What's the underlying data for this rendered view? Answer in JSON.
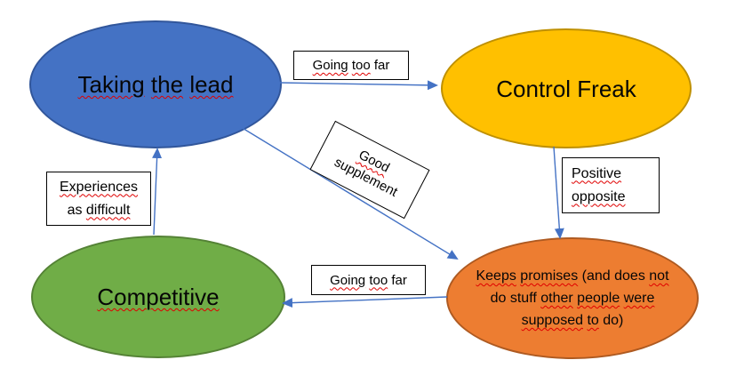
{
  "diagram": {
    "colors": {
      "background": "#FFFFFF",
      "node_blue_fill": "#4472C4",
      "node_blue_stroke": "#31569B",
      "node_gold_fill": "#FFC000",
      "node_gold_stroke": "#BF9000",
      "node_green_fill": "#70AD47",
      "node_green_stroke": "#548235",
      "node_orange_fill": "#ED7D31",
      "node_orange_stroke": "#AE5A21",
      "arrow": "#4472C4",
      "squiggle": "#E00000",
      "label_box_border": "#000000"
    },
    "nodes": {
      "taking_lead": {
        "label": "Taking the lead",
        "segments": [
          {
            "t": "Taking",
            "u": true
          },
          {
            "t": " ",
            "u": false
          },
          {
            "t": "the",
            "u": true
          },
          {
            "t": " ",
            "u": false
          },
          {
            "t": "lead",
            "u": true
          }
        ]
      },
      "control_freak": {
        "label": "Control Freak",
        "segments": [
          {
            "t": "Control Freak",
            "u": false
          }
        ]
      },
      "competitive": {
        "label": "Competitive",
        "segments": [
          {
            "t": "Competitive",
            "u": true
          }
        ]
      },
      "keeps_promises": {
        "label": "Keeps promises (and does not do stuff other people were supposed to do)",
        "segments": [
          {
            "t": "Keeps",
            "u": true
          },
          {
            "t": " ",
            "u": false
          },
          {
            "t": "promises",
            "u": true
          },
          {
            "t": " (and does ",
            "u": false
          },
          {
            "t": "not",
            "u": true
          },
          {
            "t": "\n",
            "u": false
          },
          {
            "t": "do stuff ",
            "u": false
          },
          {
            "t": "other",
            "u": true
          },
          {
            "t": " ",
            "u": false
          },
          {
            "t": "people",
            "u": true
          },
          {
            "t": " ",
            "u": false
          },
          {
            "t": "were",
            "u": true
          },
          {
            "t": "\n",
            "u": false
          },
          {
            "t": "supposed",
            "u": true
          },
          {
            "t": " ",
            "u": false
          },
          {
            "t": "to",
            "u": true
          },
          {
            "t": " do)",
            "u": false
          }
        ]
      }
    },
    "edge_labels": {
      "going_too_far_top": {
        "label": "Going too far",
        "segments": [
          {
            "t": "Going",
            "u": true
          },
          {
            "t": " ",
            "u": false
          },
          {
            "t": "too",
            "u": true
          },
          {
            "t": " far",
            "u": false
          }
        ]
      },
      "good_supplement": {
        "label": "Good supplement",
        "segments": [
          {
            "t": "Good",
            "u": true
          },
          {
            "t": "\n",
            "u": false
          },
          {
            "t": "supplement",
            "u": false
          }
        ]
      },
      "positive_opposite": {
        "label": "Positive opposite",
        "segments": [
          {
            "t": "Positive",
            "u": true
          },
          {
            "t": "\n",
            "u": false
          },
          {
            "t": "opposite",
            "u": true
          }
        ]
      },
      "experiences_as_difficult": {
        "label": "Experiences as difficult",
        "segments": [
          {
            "t": "Experiences",
            "u": true
          },
          {
            "t": "\n",
            "u": false
          },
          {
            "t": "as ",
            "u": false
          },
          {
            "t": "difficult",
            "u": true
          }
        ]
      },
      "going_too_far_bottom": {
        "label": "Going too far",
        "segments": [
          {
            "t": "Going",
            "u": true
          },
          {
            "t": " ",
            "u": false
          },
          {
            "t": "too",
            "u": true
          },
          {
            "t": " far",
            "u": false
          }
        ]
      }
    },
    "arrows": [
      {
        "from": "Taking the lead",
        "to": "Control Freak",
        "label": "Going too far"
      },
      {
        "from": "Taking the lead",
        "to": "Keeps promises (and does not do stuff other people were supposed to do)",
        "label": "Good supplement"
      },
      {
        "from": "Control Freak",
        "to": "Keeps promises (and does not do stuff other people were supposed to do)",
        "label": "Positive opposite"
      },
      {
        "from": "Keeps promises (and does not do stuff other people were supposed to do)",
        "to": "Competitive",
        "label": "Going too far"
      },
      {
        "from": "Competitive",
        "to": "Taking the lead",
        "label": "Experiences as difficult"
      }
    ]
  }
}
